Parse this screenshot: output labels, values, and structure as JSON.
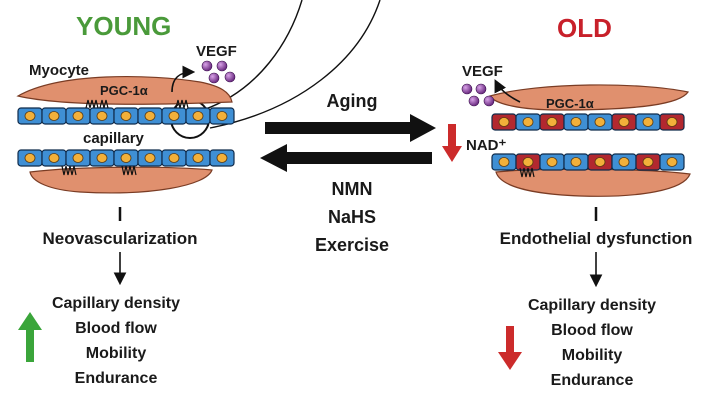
{
  "young": {
    "title": "YOUNG",
    "myocyte_label": "Myocyte",
    "pgc_label": "PGC-1α",
    "vegf_label": "VEGF",
    "capillary_label": "capillary",
    "process_label": "Neovascularization",
    "outcomes": [
      "Capillary density",
      "Blood flow",
      "Mobility",
      "Endurance"
    ],
    "outcome_trend": "up"
  },
  "old": {
    "title": "OLD",
    "vegf_label": "VEGF",
    "pgc_label": "PGC-1α",
    "nad_label": "NAD⁺",
    "process_label": "Endothelial dysfunction",
    "outcomes": [
      "Capillary density",
      "Blood flow",
      "Mobility",
      "Endurance"
    ],
    "outcome_trend": "down"
  },
  "transition": {
    "forward_label": "Aging",
    "reverse_interventions": [
      "NMN",
      "NaHS",
      "Exercise"
    ]
  },
  "colors": {
    "young_title": "#4a9a3a",
    "old_title": "#c8202a",
    "up_arrow": "#3aa53a",
    "down_arrow": "#cc2b2b",
    "myocyte": "#e0906e",
    "endothelial_cell": "#3f8fd4",
    "nucleus": "#f2b03a",
    "damaged_cell": "#b2282f",
    "vegf_particle": "#7a3590"
  }
}
